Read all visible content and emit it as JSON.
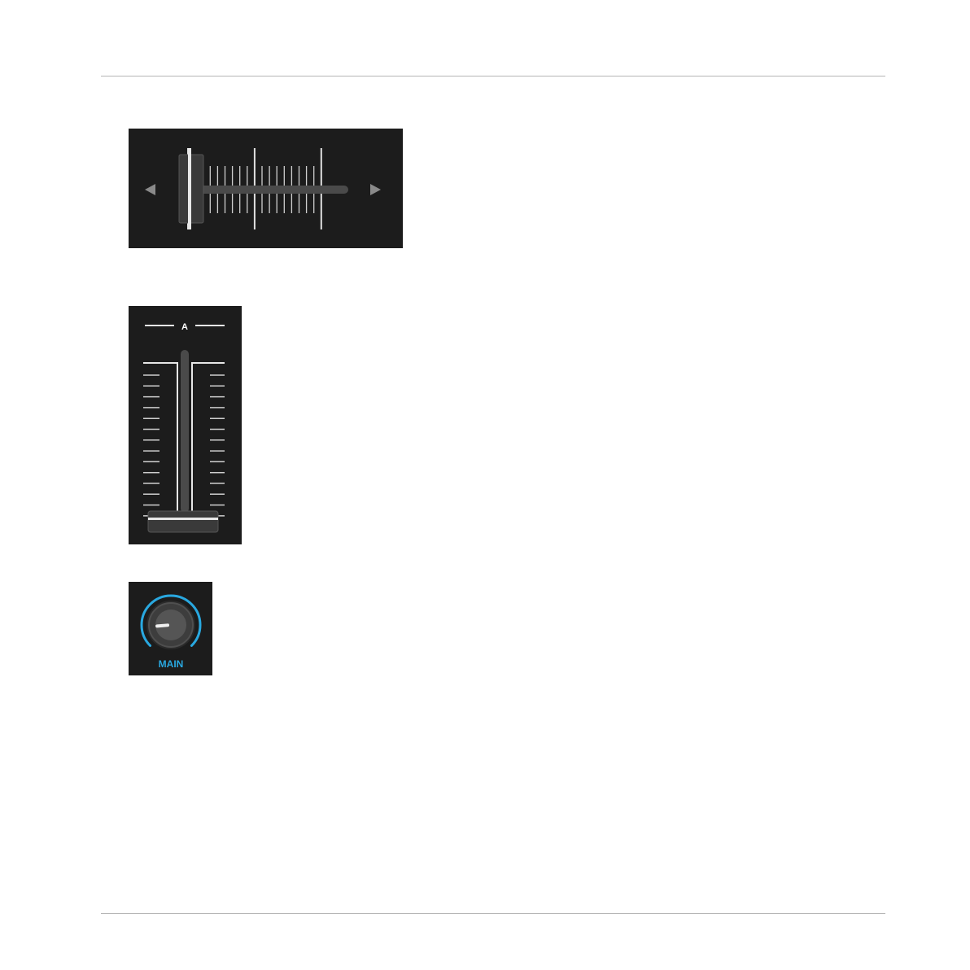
{
  "crossfader": {
    "left_arrow_icon": "triangle-left-icon",
    "right_arrow_icon": "triangle-right-icon",
    "position": 0.0
  },
  "channel_fader": {
    "deck_label": "A",
    "level": 0.0
  },
  "main_knob": {
    "label": "MAIN",
    "accent_color": "#29a8e0",
    "value": 0.15
  }
}
